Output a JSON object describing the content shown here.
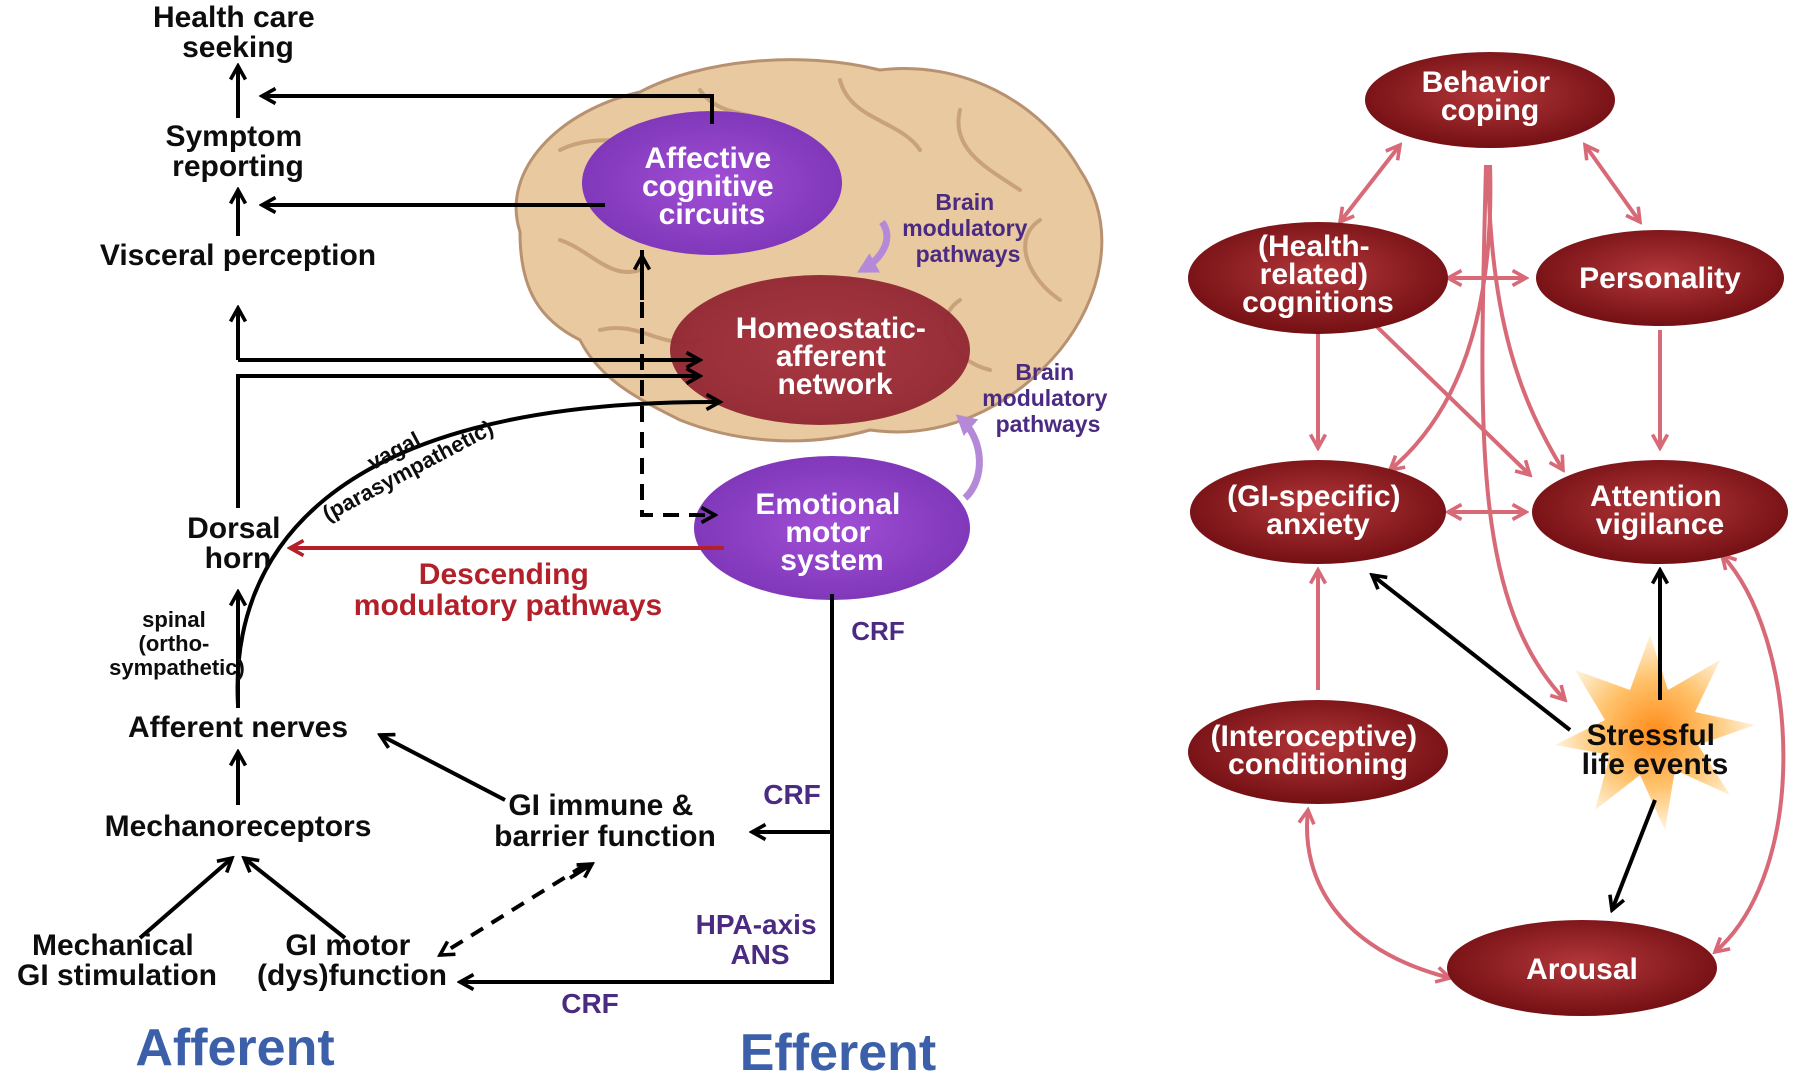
{
  "left": {
    "health_care_seeking": [
      "Health care",
      "seeking"
    ],
    "symptom_reporting": [
      "Symptom",
      "reporting"
    ],
    "visceral_perception": "Visceral perception",
    "affective_cognitive": [
      "Affective",
      "cognitive",
      "circuits"
    ],
    "brain_modulatory_top": [
      "Brain",
      "modulatory",
      "pathways"
    ],
    "homeostatic": [
      "Homeostatic-",
      "afferent",
      "network"
    ],
    "brain_modulatory_right": [
      "Brain",
      "modulatory",
      "pathways"
    ],
    "vagal": [
      "vagal",
      "(parasympathetic)"
    ],
    "dorsal_horn": [
      "Dorsal",
      "horn"
    ],
    "emotional_motor": [
      "Emotional",
      "motor",
      "system"
    ],
    "descending": [
      "Descending",
      "modulatory pathways"
    ],
    "spinal": [
      "spinal",
      "(ortho-",
      "sympathetic)"
    ],
    "crf_top": "CRF",
    "afferent_nerves": "Afferent nerves",
    "gi_immune": [
      "GI immune &",
      "barrier function"
    ],
    "crf_mid": "CRF",
    "mechanoreceptors": "Mechanoreceptors",
    "hpa_axis": [
      "HPA-axis",
      "ANS"
    ],
    "mechanical": [
      "Mechanical",
      "GI stimulation"
    ],
    "gi_motor": [
      "GI motor",
      "(dys)function"
    ],
    "crf_bottom": "CRF",
    "afferent_title": "Afferent",
    "efferent_title": "Efferent"
  },
  "right": {
    "behavior_coping": [
      "Behavior",
      "coping"
    ],
    "health_cognitions": [
      "(Health-",
      "related)",
      "cognitions"
    ],
    "personality": "Personality",
    "gi_anxiety": [
      "(GI-specific)",
      "anxiety"
    ],
    "attention_vigilance": [
      "Attention",
      "vigilance"
    ],
    "interoceptive": [
      "(Interoceptive)",
      "conditioning"
    ],
    "stressful": [
      "Stressful",
      "life events"
    ],
    "arousal": "Arousal"
  },
  "colors": {
    "node_dark": "#7a0f12",
    "node_light": "#b3373a",
    "pink_arrow": "#d86a78",
    "purple_region": "#8a3fc0",
    "red_region": "#9c2a36",
    "brain": "#e8c9a0",
    "descending_red": "#b3202a",
    "title_blue": "#3b5fa8",
    "text_purple": "#4b2a82"
  }
}
